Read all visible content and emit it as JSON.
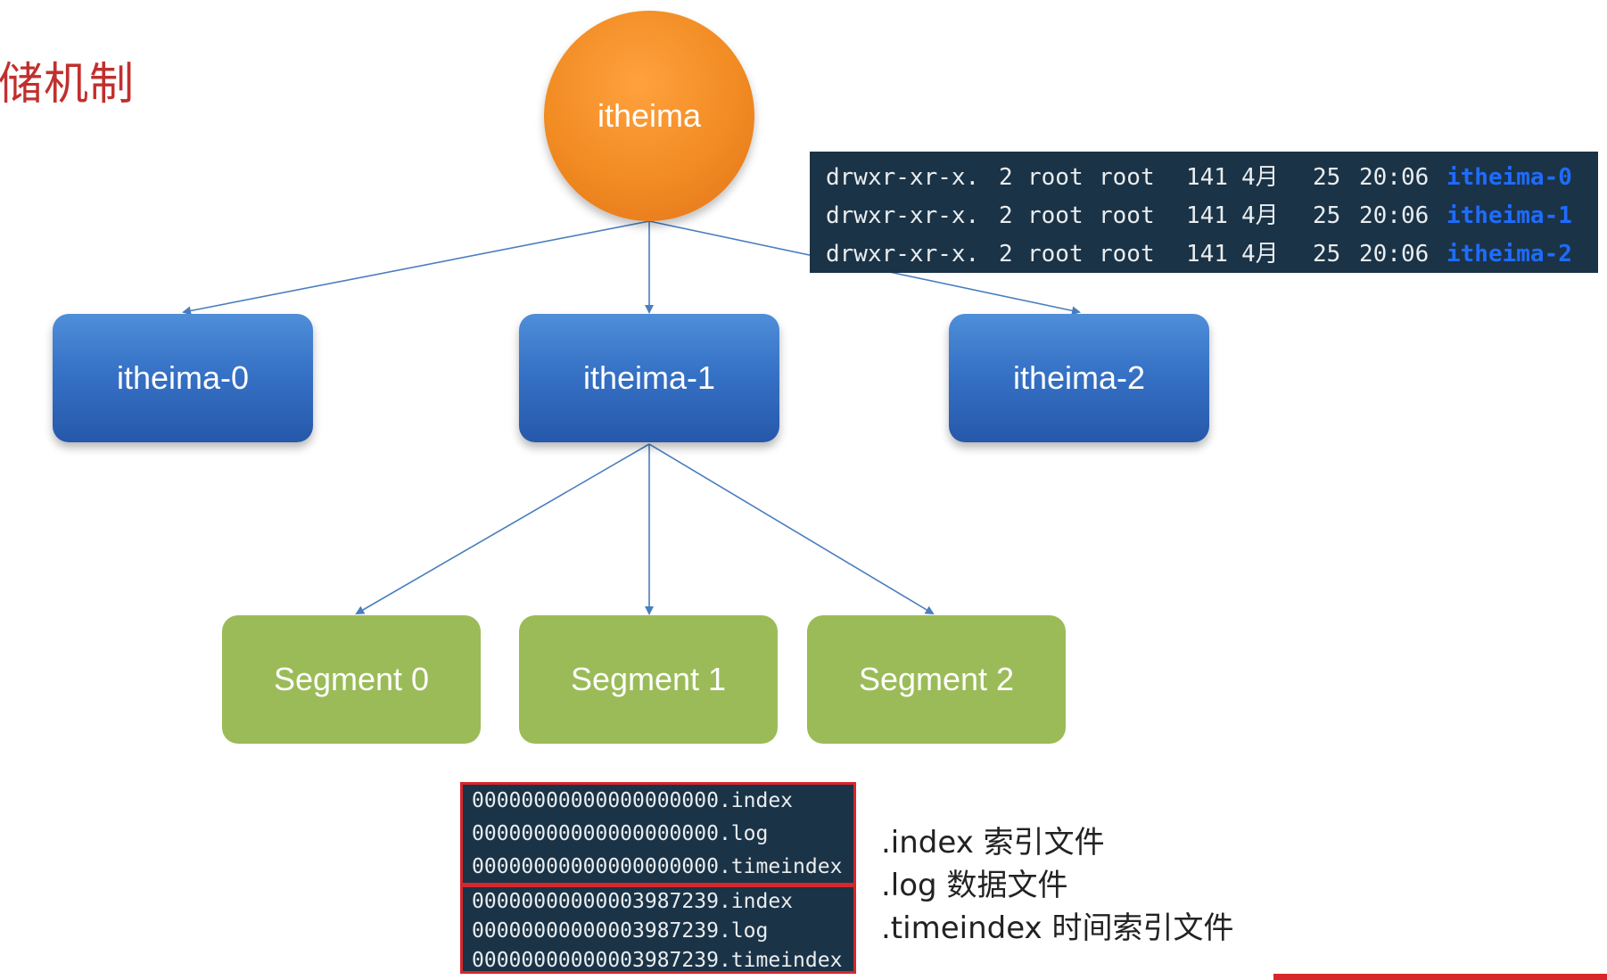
{
  "title": "储机制",
  "root": {
    "label": "itheima"
  },
  "partitions": [
    {
      "label": "itheima-0"
    },
    {
      "label": "itheima-1"
    },
    {
      "label": "itheima-2"
    }
  ],
  "segments": [
    {
      "label": "Segment 0"
    },
    {
      "label": "Segment 1"
    },
    {
      "label": "Segment 2"
    }
  ],
  "dir_listing": [
    {
      "perm": "drwxr-xr-x.",
      "links": "2",
      "owner": "root",
      "group": "root",
      "size": "141",
      "month": "4月",
      "day": "25",
      "time": "20:06",
      "name": "itheima-0"
    },
    {
      "perm": "drwxr-xr-x.",
      "links": "2",
      "owner": "root",
      "group": "root",
      "size": "141",
      "month": "4月",
      "day": "25",
      "time": "20:06",
      "name": "itheima-1"
    },
    {
      "perm": "drwxr-xr-x.",
      "links": "2",
      "owner": "root",
      "group": "root",
      "size": "141",
      "month": "4月",
      "day": "25",
      "time": "20:06",
      "name": "itheima-2"
    }
  ],
  "segment_files": [
    [
      "00000000000000000000.index",
      "00000000000000000000.log",
      "00000000000000000000.timeindex"
    ],
    [
      "00000000000003987239.index",
      "00000000000003987239.log",
      "00000000000003987239.timeindex"
    ]
  ],
  "legend": [
    ".index  索引文件",
    ".log 数据文件",
    ".timeindex 时间索引文件"
  ],
  "colors": {
    "root": "#f18b22",
    "partition": "#3672c6",
    "segment": "#9bbb59",
    "connector": "#4a7ebf",
    "highlight": "#d7262c",
    "title": "#c0302e"
  }
}
